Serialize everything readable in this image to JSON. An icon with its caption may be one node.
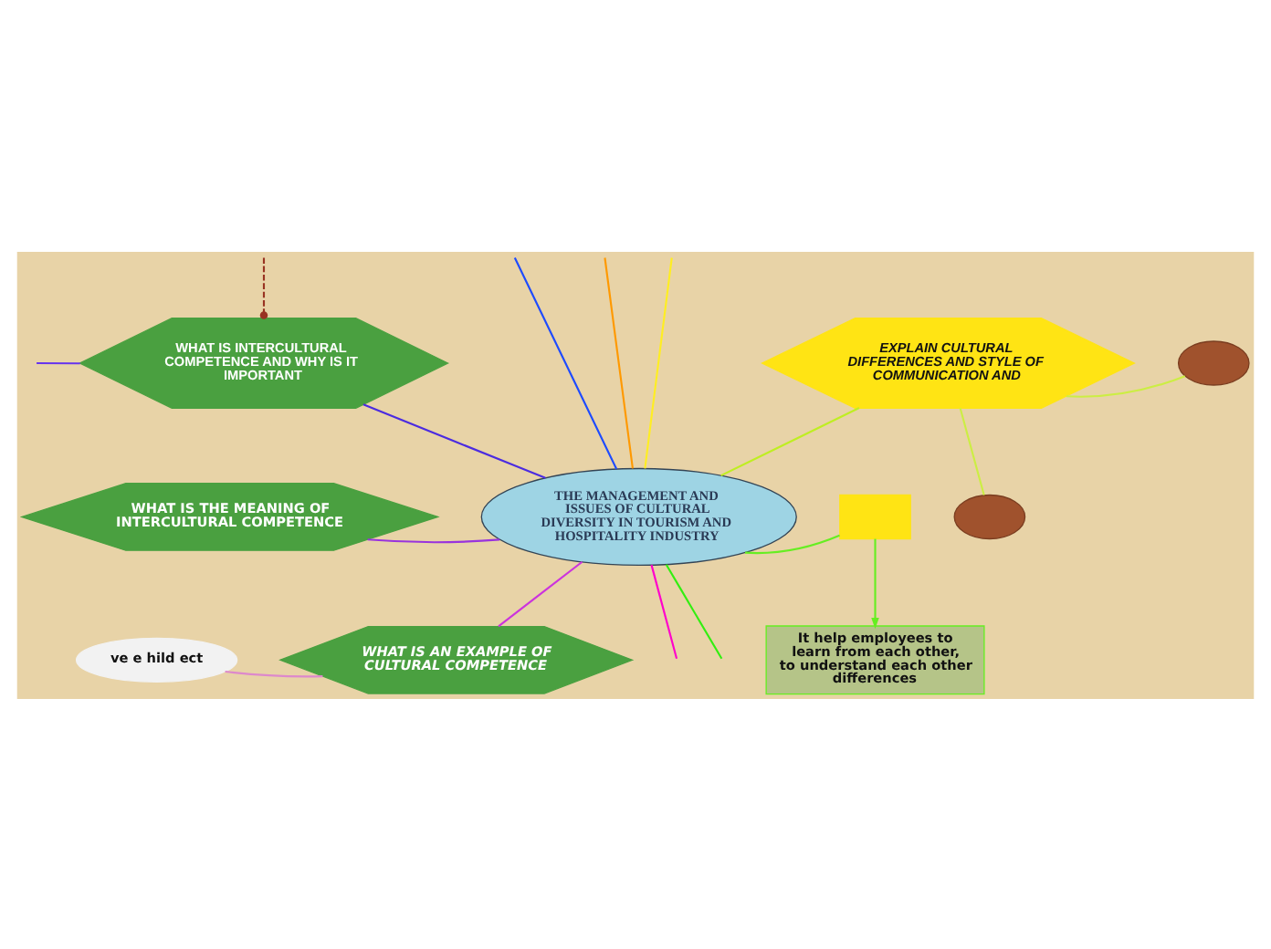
{
  "diagram": {
    "nodes": [
      {
        "text": [
          "THE MANAGEMENT AND ISSUES OF CULTURAL DIVERSITY IN TOURISM AND HOSPITALITY INDUSTRY"
        ]
      },
      {
        "text": [
          "WHAT IS INTERCULTURAL COMPETENCE AND WHY IS IT IMPORTANT"
        ]
      },
      {
        "text": [
          "EXPLAIN CULTURAL DIFFERENCES AND STYLE OF COMMUNICATION AND"
        ]
      },
      {
        "text": [],
        "shape": "ellipse"
      },
      {
        "text": [],
        "shape": "ellipse"
      },
      {
        "text": [
          "WHAT IS THE MEANING OF INTERCULTURAL COMPETENCE"
        ]
      },
      {
        "text": [],
        "shape": "box"
      },
      {
        "text": [
          "It help employees to learn from each other, to understand each other differences"
        ]
      },
      {
        "text": [
          "ve e hild ect"
        ]
      },
      {
        "text": [
          "WHAT IS AN EXAMPLE OF CULTURAL COMPETENCE"
        ]
      }
    ],
    "edges": [
      {
        "from": 0,
        "to": null,
        "arrow": "none",
        "color": "#1e4bff"
      },
      {
        "from": 0,
        "to": null,
        "arrow": "none",
        "color": "#ff9900"
      },
      {
        "from": 0,
        "to": null,
        "arrow": "none",
        "color": "#ffee22"
      },
      {
        "from": 0,
        "to": 1,
        "arrow": "none",
        "color": "#4b2be0"
      },
      {
        "from": null,
        "to": 1,
        "arrow": "other",
        "style": "dashed",
        "color": "#993322"
      },
      {
        "from": 1,
        "to": null,
        "arrow": "none",
        "color": "#6633ee"
      },
      {
        "from": 0,
        "to": 2,
        "arrow": "none",
        "color": "#bfee22"
      },
      {
        "from": 2,
        "to": 3,
        "arrow": "none",
        "color": "#ccee44"
      },
      {
        "from": 2,
        "to": 4,
        "arrow": "none",
        "color": "#ccee44"
      },
      {
        "from": 0,
        "to": 5,
        "arrow": "none",
        "color": "#9933dd"
      },
      {
        "from": 0,
        "to": 6,
        "arrow": "none",
        "color": "#66ee22"
      },
      {
        "from": 6,
        "to": 7,
        "arrow": "to",
        "color": "#66ee22"
      },
      {
        "from": 0,
        "to": 9,
        "arrow": "none",
        "color": "#cc33dd"
      },
      {
        "from": 9,
        "to": 8,
        "arrow": "none",
        "color": "#dd88cc"
      },
      {
        "from": 0,
        "to": null,
        "arrow": "none",
        "color": "#33ee11"
      },
      {
        "from": 0,
        "to": null,
        "arrow": "none",
        "color": "#ff00cc"
      }
    ]
  }
}
